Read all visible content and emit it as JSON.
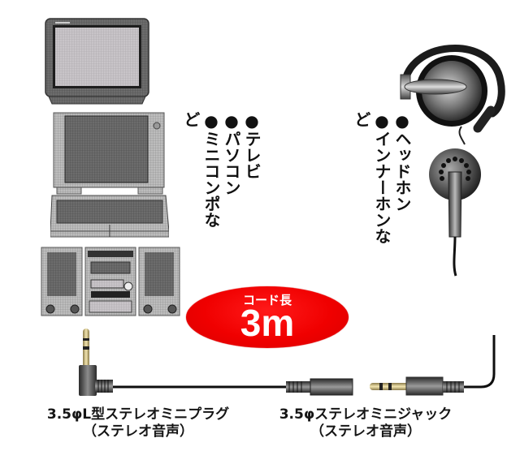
{
  "sources": {
    "items": [
      "●テレビ",
      "●パソコン",
      "●ミニコンポなど"
    ],
    "devices": [
      "tv",
      "laptop",
      "mini-component-stereo"
    ]
  },
  "outputs": {
    "items": [
      "●ヘッドホン",
      "●インナーホンなど"
    ],
    "devices": [
      "ear-hook-headphone",
      "earbud"
    ]
  },
  "cord_badge": {
    "label": "コード長",
    "value": "3m",
    "color": "#f00000"
  },
  "plug": {
    "line1": "3.5φL型ステレオミニプラグ",
    "line2": "（ステレオ音声）"
  },
  "jack": {
    "line1": "3.5φステレオミニジャック",
    "line2": "（ステレオ音声）"
  }
}
